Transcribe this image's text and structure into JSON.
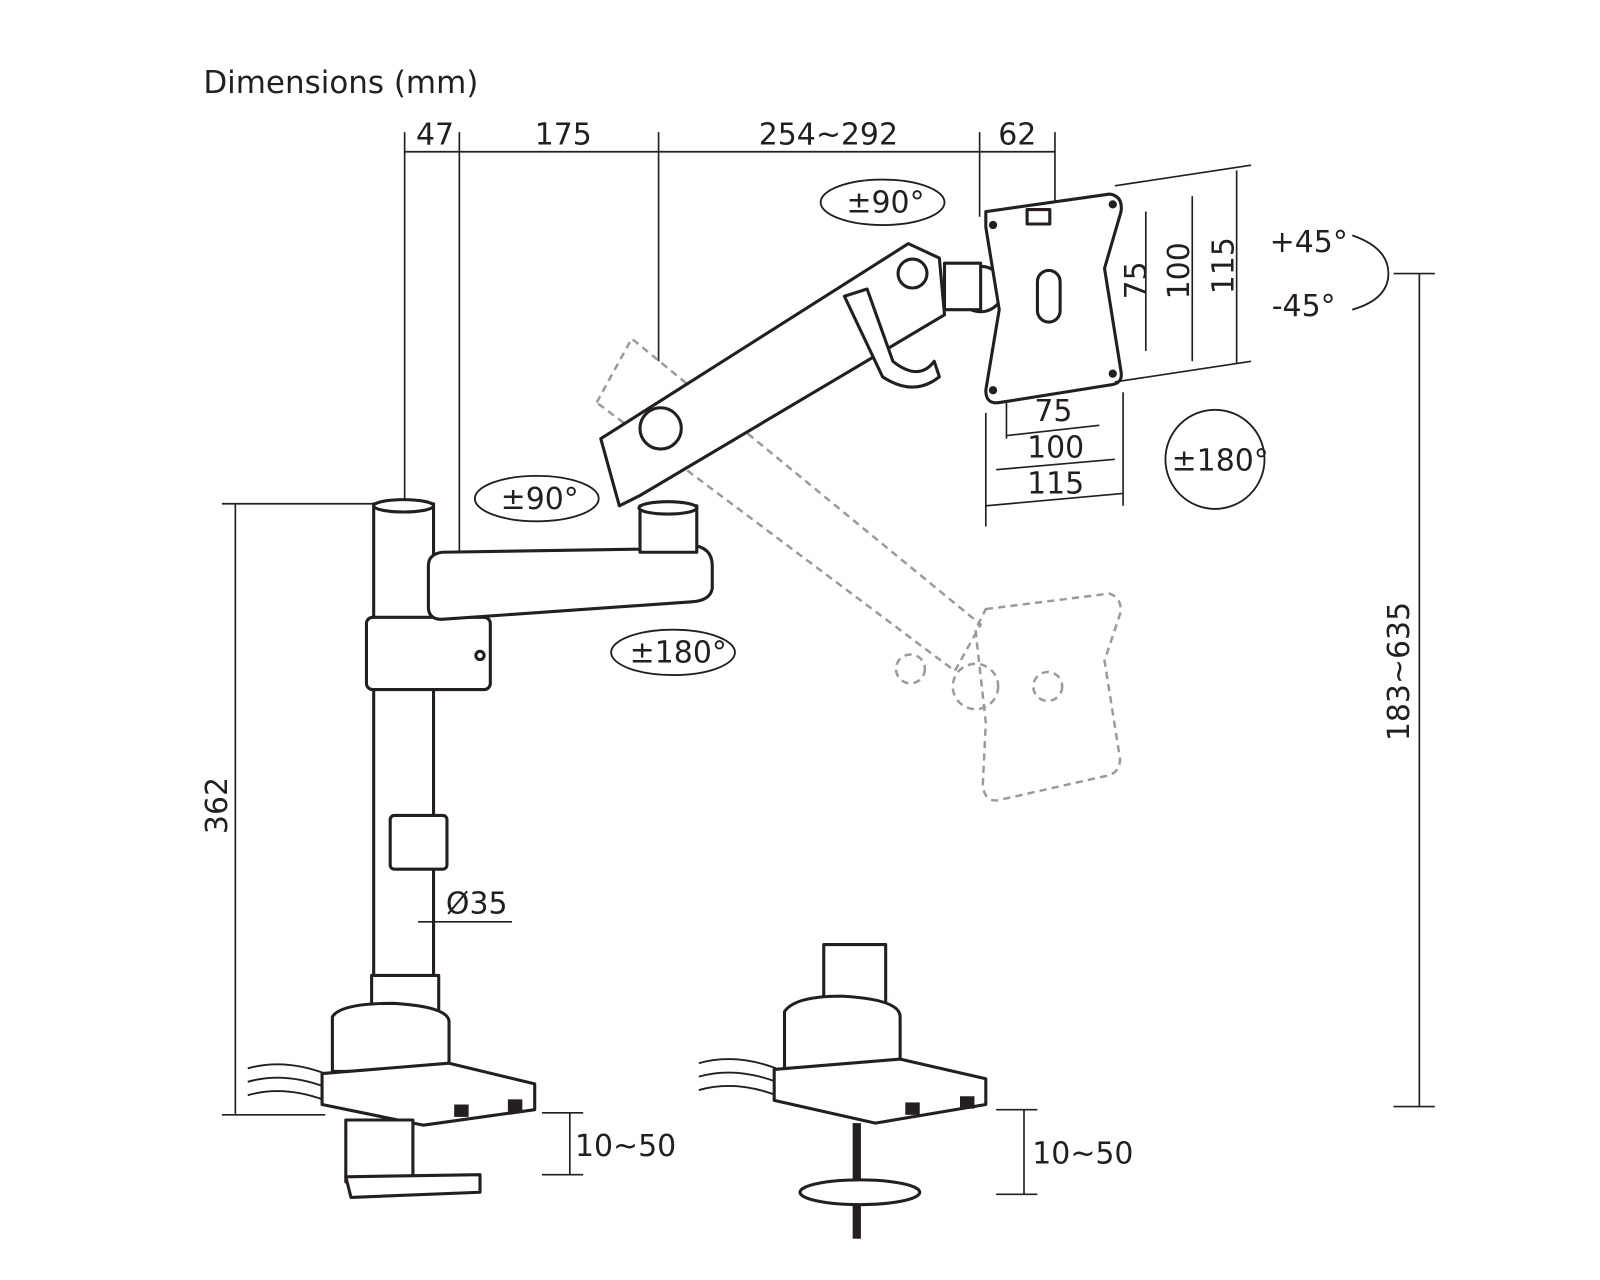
{
  "title": "Dimensions (mm)",
  "top_dims": {
    "a": "47",
    "b": "175",
    "c": "254~292",
    "d": "62"
  },
  "rotations": {
    "tilt_upper": "±90°",
    "swivel_lower": "±90°",
    "arm_rotation": "±180°",
    "plate_rotation": "±180°",
    "tilt_plus": "+45°",
    "tilt_minus": "-45°"
  },
  "vesa_vertical": [
    "75",
    "100",
    "115"
  ],
  "vesa_horizontal": [
    "75",
    "100",
    "115"
  ],
  "pole_height": "362",
  "pole_diameter": "Ø35",
  "clamp_range_left": "10~50",
  "clamp_range_right": "10~50",
  "height_range": "183~635",
  "colors": {
    "line": "#231f20",
    "ghost": "#9a9a9a"
  }
}
